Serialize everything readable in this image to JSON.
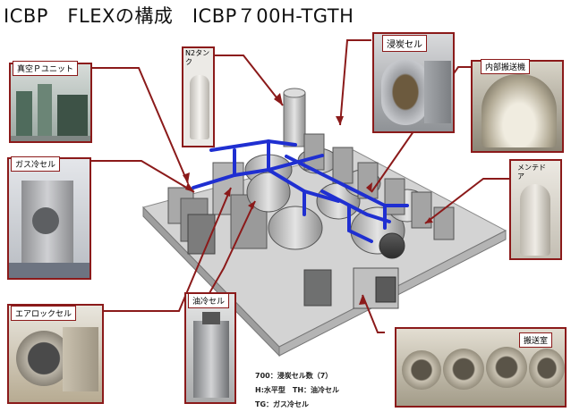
{
  "title": "ICBP　FLEXの構成　ICBP７00H-TGTH",
  "labels": {
    "n2_tank": "N2タン\nク",
    "vacuum_p_unit": "真空Ｐユニット",
    "gas_cooling_cell": "ガス冷セル",
    "air_lock_cell": "エアロックセル",
    "oil_cooling_cell": "油冷セル",
    "carburizing_cell": "浸炭セル",
    "internal_transport": "内部搬送機",
    "maintenance_door": "メンテド\nア",
    "transport_chamber": "搬送室"
  },
  "legend": {
    "line1": "700：浸炭セル数（7）",
    "line2": "H:水平型　TH：油冷セル",
    "line3": "TG：ガス冷セル"
  },
  "colors": {
    "frame": "#8b1a1a",
    "pipe": "#1f2fd1",
    "machine": "#c9c9c9",
    "base": "#bdbdbd"
  }
}
